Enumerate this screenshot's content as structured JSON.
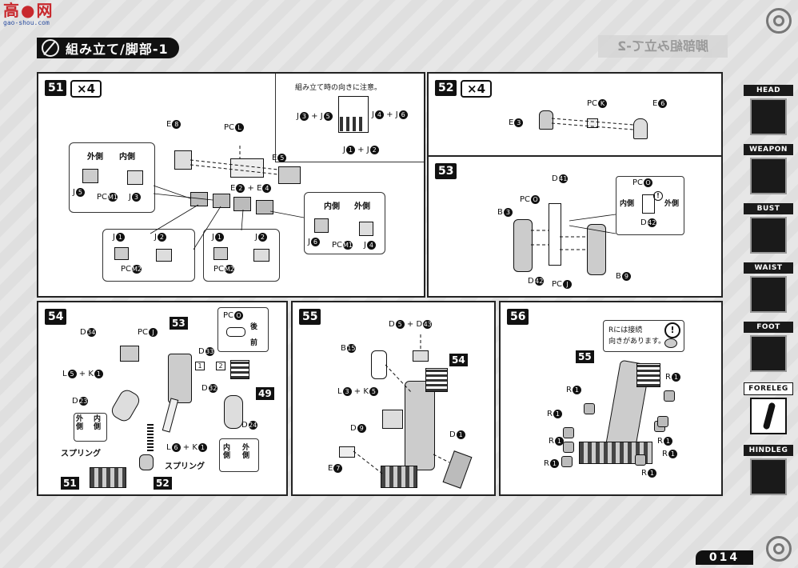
{
  "watermark": {
    "top": "高●网",
    "bottom": "gao-shou.com"
  },
  "title": "組み立て/脚部-1",
  "ghost_header": "脚部組み立て-2",
  "page_number": "014",
  "sidebar": {
    "tabs": [
      {
        "label": "HEAD",
        "active": false
      },
      {
        "label": "WEAPON",
        "active": false
      },
      {
        "label": "BUST",
        "active": false
      },
      {
        "label": "WAIST",
        "active": false
      },
      {
        "label": "FOOT",
        "active": false
      },
      {
        "label": "FORELEG",
        "active": true
      },
      {
        "label": "HINDLEG",
        "active": false
      }
    ]
  },
  "steps": {
    "s51": {
      "num": "51",
      "times": "×4",
      "note": "組み立て時の向きに注意。",
      "labels": {
        "e8": "E",
        "e8n": "8",
        "pcl": "PC",
        "pcln": "L",
        "e5": "E",
        "e5n": "5",
        "e2e4": "E",
        "e2": "2",
        "plus": "+",
        "e4": "E",
        "e4n": "4",
        "outer": "外側",
        "inner": "内側",
        "j5": "J",
        "j5n": "5",
        "pcm1": "PC",
        "pcm1n": "M1",
        "j3": "J",
        "j3n": "3",
        "ja1": "J",
        "ja1n": "1",
        "ja2": "J",
        "ja2n": "2",
        "pcm2a": "PC",
        "pcm2an": "M2",
        "jb1": "J",
        "jb1n": "1",
        "jb2": "J",
        "jb2n": "2",
        "pcm2b": "PC",
        "pcm2bn": "M2",
        "inner2": "内側",
        "outer2": "外側",
        "j6": "J",
        "j6n": "6",
        "pcm1b": "PC",
        "pcm1bn": "M1",
        "j4": "J",
        "j4n": "4",
        "n_j3j5": "J",
        "n_j3": "3",
        "n_plus1": "+",
        "n_j5": "J",
        "n_j5n": "5",
        "n_j4j6": "J",
        "n_j4": "4",
        "n_plus2": "+",
        "n_j6": "J",
        "n_j6n": "6",
        "n_j1j2": "J",
        "n_j1": "1",
        "n_plus3": "+",
        "n_j2": "J",
        "n_j2n": "2"
      }
    },
    "s52": {
      "num": "52",
      "times": "×4",
      "labels": {
        "pck": "PC",
        "pckn": "K",
        "e6": "E",
        "e6n": "6",
        "e3": "E",
        "e3n": "3"
      }
    },
    "s53": {
      "num": "53",
      "labels": {
        "d41": "D",
        "d41n": "41",
        "pco1": "PC",
        "pco1n": "O",
        "b3": "B",
        "b3n": "3",
        "pco2": "PC",
        "pco2n": "O",
        "inner": "内側",
        "outer": "外側",
        "d42a": "D",
        "d42an": "42",
        "d42b": "D",
        "d42bn": "42",
        "pcj": "PC",
        "pcjn": "J",
        "b9": "B",
        "b9n": "9"
      }
    },
    "s54": {
      "num": "54",
      "labels": {
        "d34": "D",
        "d34n": "34",
        "pcj": "PC",
        "pcjn": "J",
        "ref53": "53",
        "pco": "PC",
        "pcon": "O",
        "back": "後",
        "front": "前",
        "d33": "D",
        "d33n": "33",
        "box1": "1",
        "box2": "2",
        "d32": "D",
        "d32n": "32",
        "ref49": "49",
        "l5k1": "L",
        "l5": "5",
        "plus1": "+",
        "k1": "K",
        "k1n": "1",
        "d23": "D",
        "d23n": "23",
        "outer": "外側",
        "inner": "内側",
        "spring1": "スプリング",
        "l6k1": "L",
        "l6": "6",
        "plus2": "+",
        "k1b": "K",
        "k1bn": "1",
        "d24": "D",
        "d24n": "24",
        "inner2": "内側",
        "outer2": "外側",
        "spring2": "スプリング",
        "ref51": "51",
        "ref52": "52"
      }
    },
    "s55": {
      "num": "55",
      "labels": {
        "d5d43": "D",
        "d5": "5",
        "plus1": "+",
        "d43": "D",
        "d43n": "43",
        "b15": "B",
        "b15n": "15",
        "ref54": "54",
        "l3k5": "L",
        "l3": "3",
        "plus2": "+",
        "k5": "K",
        "k5n": "5",
        "d9": "D",
        "d9n": "9",
        "d1": "D",
        "d1n": "1",
        "e7": "E",
        "e7n": "7"
      }
    },
    "s56": {
      "num": "56",
      "note_line1": "Rには接続",
      "note_line2": "向きがあります。",
      "labels": {
        "ref55": "55",
        "r": "R",
        "rn": "1"
      }
    }
  },
  "colors": {
    "ink": "#111111",
    "panel": "#ffffff",
    "page": "#e6e6e6",
    "watermark_red": "#c8282d",
    "watermark_blue": "#2a4da0"
  }
}
